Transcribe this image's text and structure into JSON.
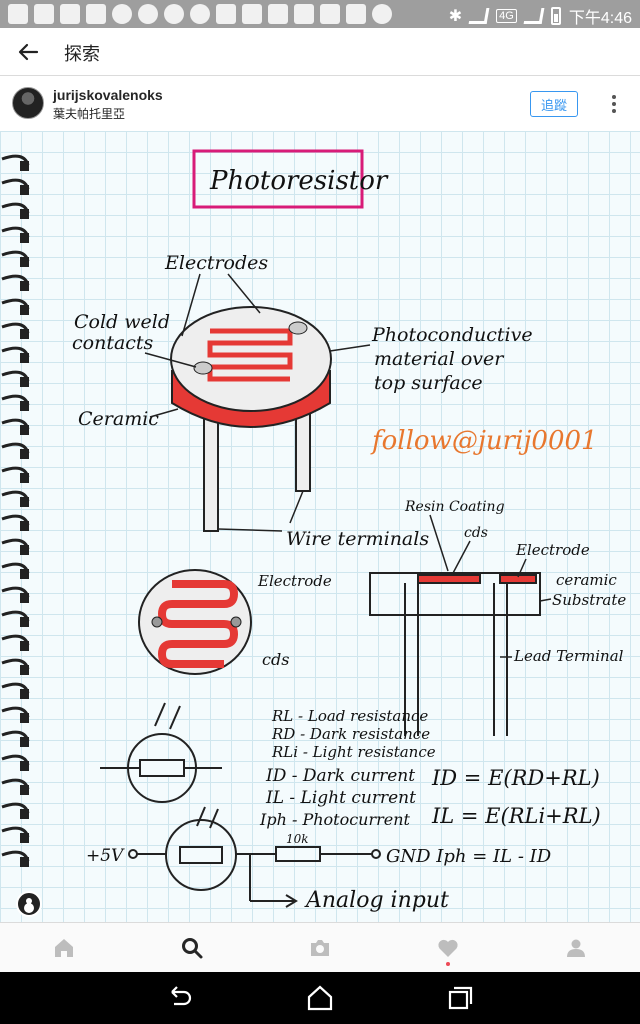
{
  "status_bar": {
    "time": "下午4:46",
    "network_badge": "4G",
    "icons": [
      "notification-icon",
      "image-icon",
      "image-icon",
      "tools-icon",
      "chrome-icon",
      "chrome-icon",
      "chrome-icon",
      "chrome-icon",
      "instagram-icon",
      "youtube-icon",
      "youtube-icon",
      "youtube-icon",
      "youtube-icon",
      "youtube-icon",
      "chrome-icon"
    ]
  },
  "app_bar": {
    "title": "探索",
    "back_icon": "arrow-left-icon"
  },
  "post": {
    "username": "jurijskovalenoks",
    "location": "葉夫帕托里亞",
    "follow_label": "追蹤",
    "more_icon": "more-vertical-icon"
  },
  "notebook": {
    "title": "Photoresistor",
    "watermark": "follow@jurij0001",
    "labels": {
      "electrodes": "Electrodes",
      "cold_weld_1": "Cold weld",
      "cold_weld_2": "contacts",
      "photoconductive_1": "Photoconductive",
      "photoconductive_2": "material over",
      "photoconductive_3": "top surface",
      "ceramic": "Ceramic",
      "wire_terminals": "Wire terminals",
      "electrode": "Electrode",
      "cds": "cds",
      "resin_coating": "Resin Coating",
      "cds2": "cds",
      "electrode2": "Electrode",
      "ceramic2": "ceramic",
      "substrate": "Substrate",
      "lead_terminal": "Lead Terminal",
      "rl": "RL - Load resistance",
      "rd": "RD - Dark resistance",
      "rli": "RLi - Light resistance",
      "id": "ID - Dark current",
      "il": "IL - Light current",
      "iph": "Iph - Photocurrent",
      "eq1": "ID = E(RD+RL)",
      "eq2": "IL = E(RLi+RL)",
      "plus5v": "+5V",
      "res10k": "10k",
      "gnd_eq": "GND  Iph = IL - ID",
      "analog_input": "Analog input"
    }
  },
  "colors": {
    "accent": "#3897f0",
    "red": "#e53935",
    "magenta": "#d81b78",
    "paper": "#f4fbfd",
    "grid": "#cfe6ee"
  },
  "bottom_nav": [
    "home-icon",
    "search-icon",
    "camera-icon",
    "heart-icon",
    "profile-icon"
  ],
  "system_nav": [
    "back-icon",
    "home-icon",
    "recents-icon"
  ]
}
